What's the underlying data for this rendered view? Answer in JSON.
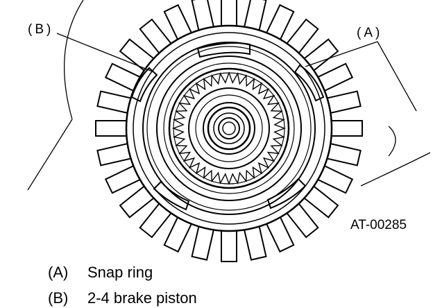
{
  "diagram": {
    "callouts": {
      "a": "(A)",
      "b": "(B)"
    },
    "figure_code": "AT-00285",
    "legend": [
      {
        "key": "(A)",
        "label": "Snap ring"
      },
      {
        "key": "(B)",
        "label": "2-4 brake piston"
      }
    ]
  }
}
